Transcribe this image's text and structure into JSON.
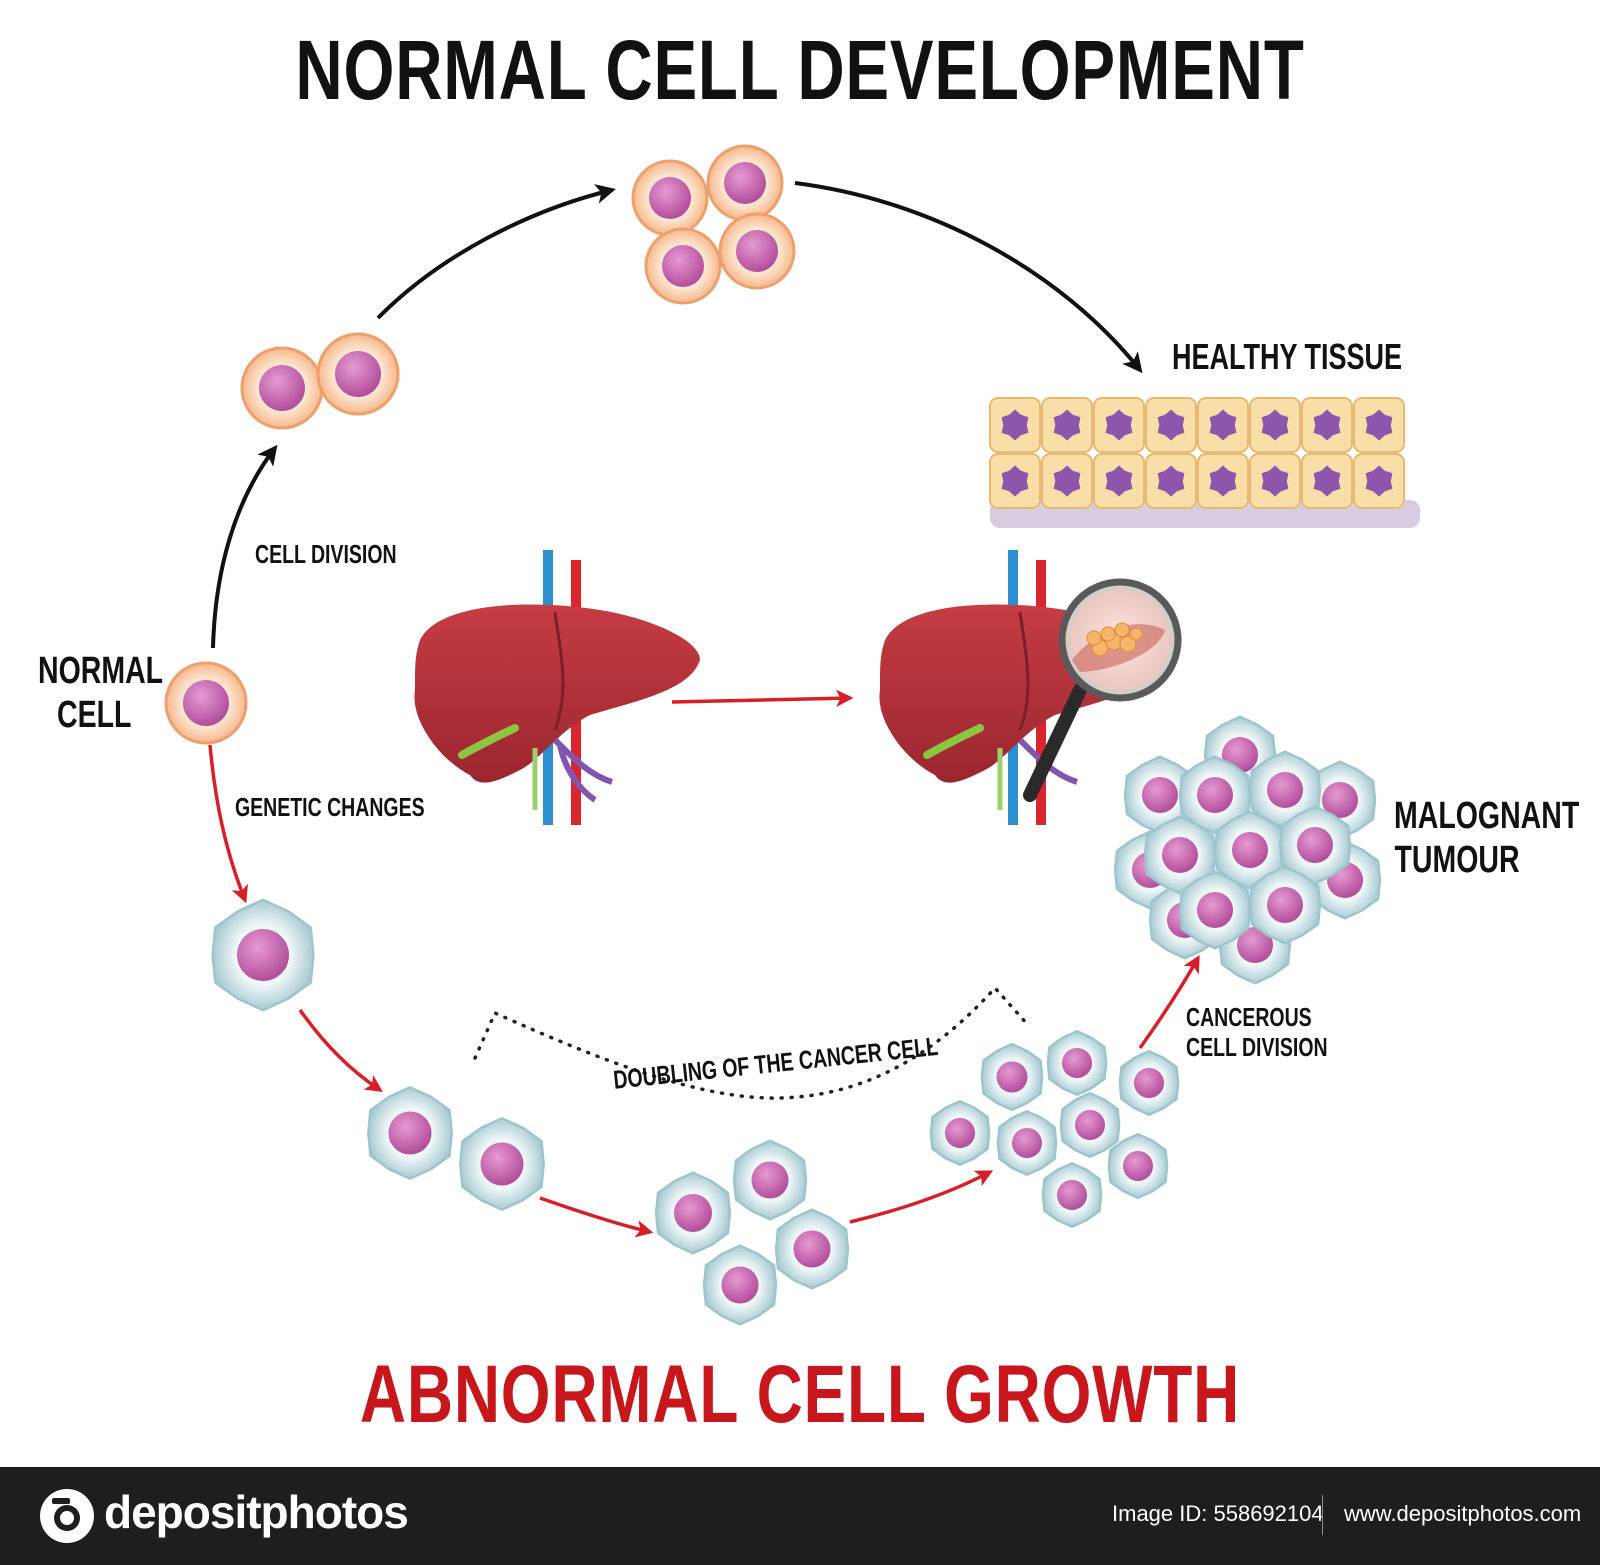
{
  "diagram": {
    "title_top": "NORMAL CELL DEVELOPMENT",
    "title_bottom": "ABNORMAL CELL GROWTH",
    "labels": {
      "normal_cell_line1": "NORMAL",
      "normal_cell_line2": "CELL",
      "cell_division": "CELL DIVISION",
      "genetic_changes": "GENETIC CHANGES",
      "healthy_tissue": "HEALTHY TISSUE",
      "malignant_line1": "MALOGNANT",
      "malignant_line2": "TUMOUR",
      "doubling": "DOUBLING OF THE CANCER CELL",
      "cancerous_line1": "CANCEROUS",
      "cancerous_line2": "CELL DIVISION"
    }
  },
  "footer": {
    "brand": "depositphotos",
    "image_id": "Image ID: 558692104",
    "site_url": "www.depositphotos.com"
  },
  "colors": {
    "title_dark": "#111111",
    "title_red": "#c8161d",
    "arrow_black": "#111111",
    "arrow_red": "#d62027",
    "normal_cell_outer": "#fbd6b9",
    "normal_cell_ring": "#f0a877",
    "nucleus": "#c15aa7",
    "cancer_cell_outer": "#dbeaee",
    "cancer_cell_ring": "#9ec4cc",
    "cancer_nucleus": "#c961ac",
    "tissue_cell": "#f9dfa7",
    "tissue_nucleus": "#8e55ad",
    "liver": "#b8323a",
    "footer_bg": "#1e1e1e"
  }
}
